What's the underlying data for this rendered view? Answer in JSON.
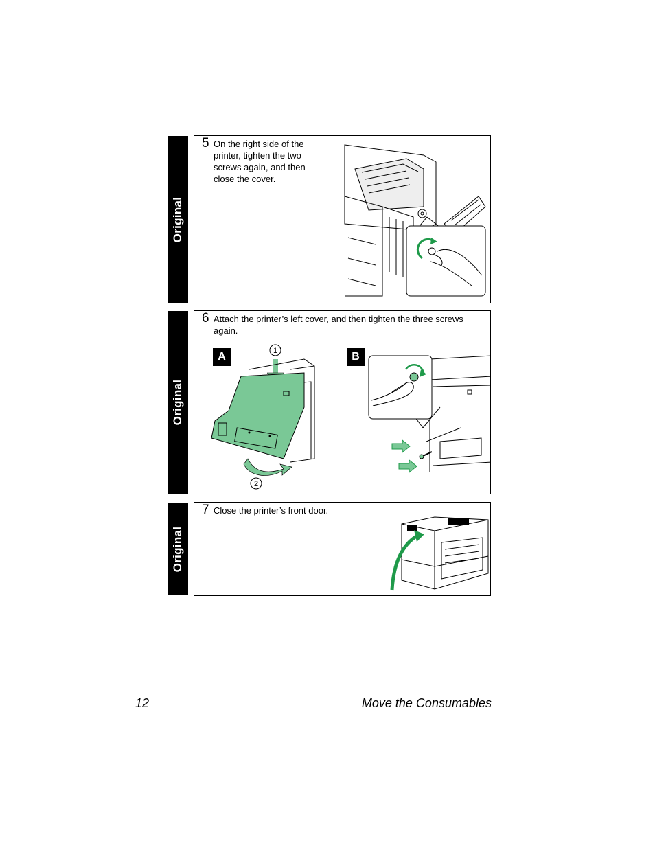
{
  "tab_label": "Original",
  "steps": [
    {
      "number": "5",
      "text": "On the right side of the printer, tighten the two screws again, and then close the cover."
    },
    {
      "number": "6",
      "text": "Attach the printer’s left cover, and then tighten the three screws again.",
      "panel_a": "A",
      "panel_b": "B",
      "callout_1": "1",
      "callout_2": "2"
    },
    {
      "number": "7",
      "text": "Close the printer’s front door."
    }
  ],
  "footer": {
    "page_number": "12",
    "section_title": "Move the Consumables"
  },
  "colors": {
    "accent_green": "#7ac896",
    "arrow_green": "#1f9a4a"
  }
}
